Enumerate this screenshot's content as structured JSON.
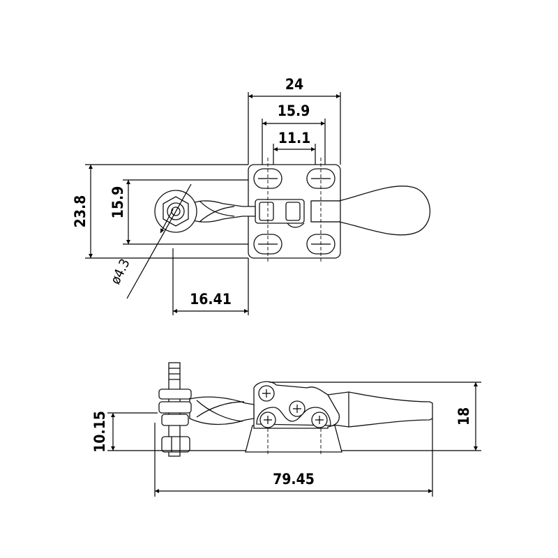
{
  "dimensions": {
    "top_width_24": "24",
    "top_width_15_9": "15.9",
    "top_width_11_1": "11.1",
    "left_height_23_8": "23.8",
    "left_height_15_9": "15.9",
    "hole_diameter": "ø4.3",
    "offset_16_41": "16.41",
    "side_height_10_15": "10.15",
    "side_height_18": "18",
    "overall_length": "79.45"
  },
  "colors": {
    "line": "#000000",
    "part_fill": "#ffffff",
    "part_shade": "#f2f2f2"
  }
}
